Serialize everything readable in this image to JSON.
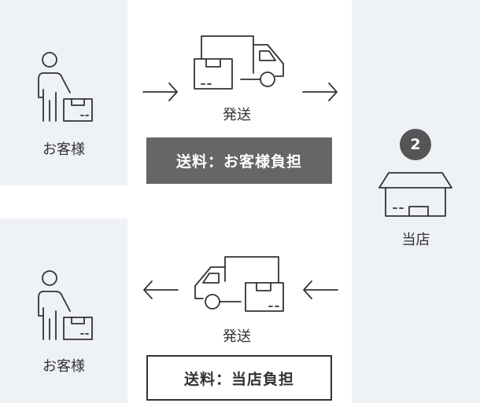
{
  "customer_top": {
    "label": "お客様"
  },
  "customer_bottom": {
    "label": "お客様"
  },
  "shipping_top": {
    "label": "発送",
    "fee": "送料：お客様負担"
  },
  "shipping_bottom": {
    "label": "発送",
    "fee": "送料：当店負担"
  },
  "store": {
    "step": "2",
    "label": "当店"
  },
  "colors": {
    "panel_bg": "#eef1f5",
    "fee_dark_bg": "#666666",
    "badge_bg": "#555555",
    "line": "#333333"
  },
  "icons": [
    "person-with-box-icon",
    "truck-icon",
    "arrow-right-icon",
    "arrow-left-icon",
    "store-icon"
  ]
}
